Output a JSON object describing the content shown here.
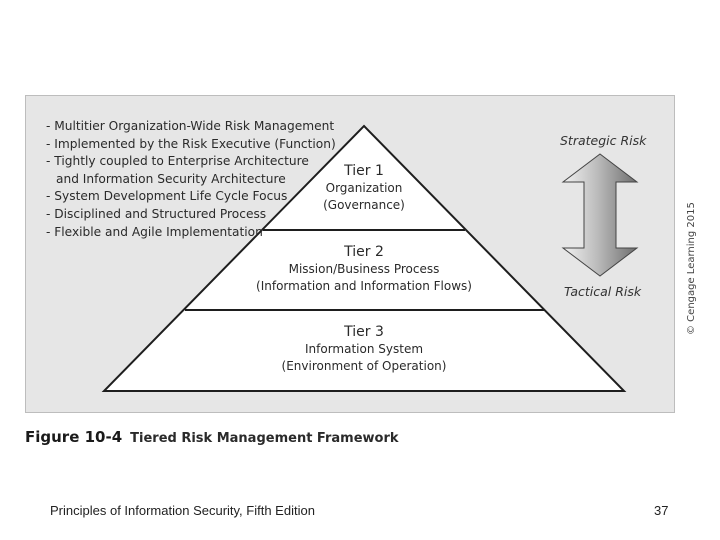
{
  "figure": {
    "bullets": [
      "- Multitier Organization-Wide Risk Management",
      "- Implemented by the Risk Executive (Function)",
      "- Tightly coupled to Enterprise Architecture",
      "and Information Security Architecture",
      "- System Development Life Cycle Focus",
      "- Disciplined and Structured Process",
      "- Flexible and Agile Implementation"
    ],
    "tiers": [
      {
        "title": "Tier 1",
        "line1": "Organization",
        "line2": "(Governance)"
      },
      {
        "title": "Tier 2",
        "line1": "Mission/Business Process",
        "line2": "(Information and Information Flows)"
      },
      {
        "title": "Tier 3",
        "line1": "Information System",
        "line2": "(Environment of Operation)"
      }
    ],
    "strategic_label": "Strategic Risk",
    "tactical_label": "Tactical Risk",
    "copyright": "© Cengage Learning 2015",
    "caption_number": "Figure 10-4",
    "caption_title": "Tiered Risk Management Framework"
  },
  "footer": {
    "book_title": "Principles of Information Security, Fifth Edition",
    "page_number": "37"
  },
  "colors": {
    "figure_background": "#e6e6e6",
    "pyramid_fill": "#ffffff",
    "outline": "#1e1e1e",
    "arrow_light": "#f2f2f2",
    "arrow_dark": "#6e6e6e"
  }
}
